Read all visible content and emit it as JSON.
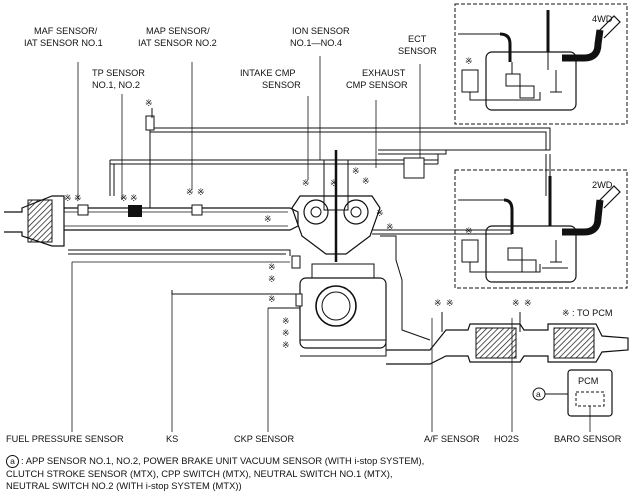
{
  "labels": {
    "maf": [
      "MAF SENSOR/",
      "IAT SENSOR NO.1"
    ],
    "map": [
      "MAP SENSOR/",
      "IAT SENSOR NO.2"
    ],
    "ion": [
      "ION SENSOR",
      "NO.1—NO.4"
    ],
    "ect": [
      "ECT",
      "SENSOR"
    ],
    "tp": [
      "TP SENSOR",
      "NO.1, NO.2"
    ],
    "intake_cmp": [
      "INTAKE CMP",
      "SENSOR"
    ],
    "exhaust_cmp": [
      "EXHAUST",
      "CMP SENSOR"
    ],
    "fuel_pressure": "FUEL PRESSURE SENSOR",
    "ks": "KS",
    "ckp": "CKP SENSOR",
    "af": "A/F SENSOR",
    "ho2s": "HO2S",
    "baro": "BARO SENSOR",
    "pcm": "PCM",
    "four_wd": "4WD",
    "two_wd": "2WD",
    "to_pcm": ": TO PCM",
    "star": "※",
    "callout_a": "a"
  },
  "footnote": {
    "marker": "a",
    "lines": [
      ": APP SENSOR NO.1, NO.2, POWER BRAKE UNIT VACUUM SENSOR (WITH i-stop SYSTEM),",
      "CLUTCH STROKE SENSOR (MTX), CPP SWITCH (MTX), NEUTRAL SWITCH NO.1 (MTX),",
      "NEUTRAL SWITCH NO.2 (WITH i-stop SYSTEM (MTX))"
    ]
  }
}
